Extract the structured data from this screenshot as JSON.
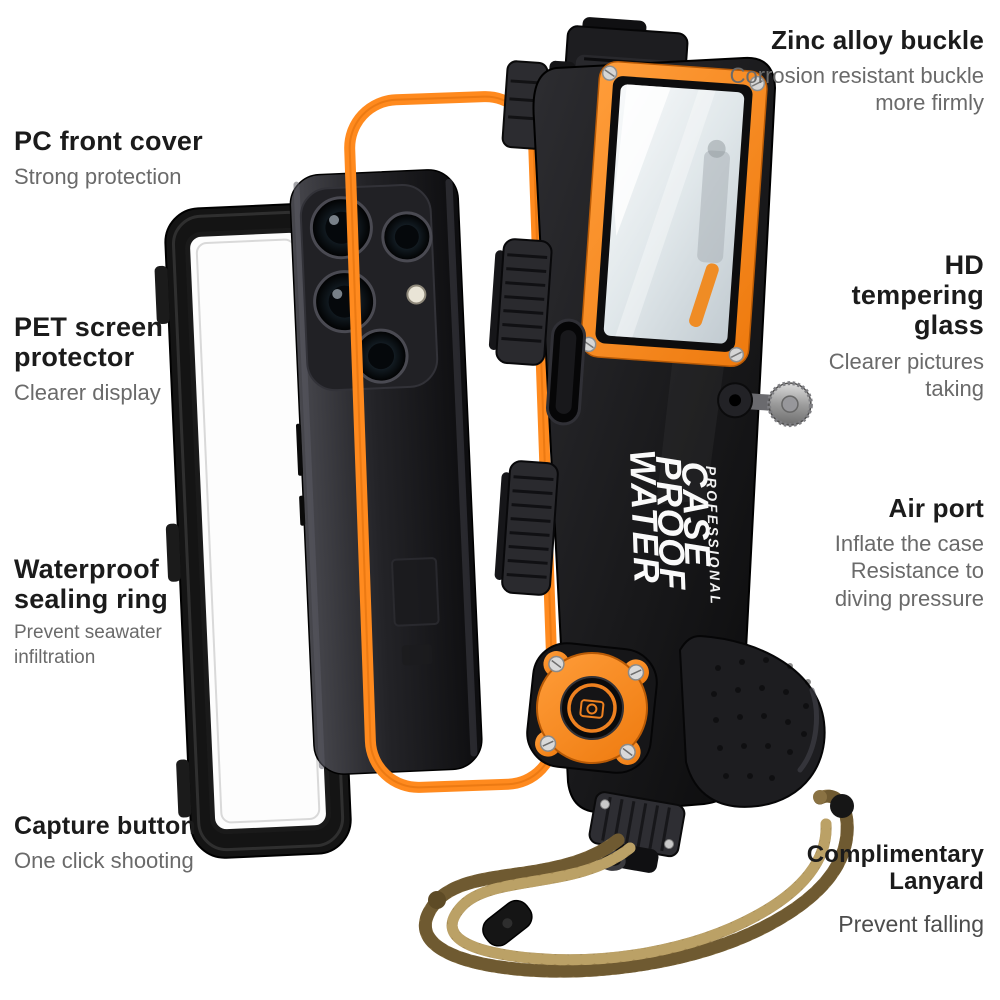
{
  "page": {
    "background": "#ffffff"
  },
  "product": {
    "kind": "professional-waterproof-diving-phone-case",
    "accent_color": "#f5821f",
    "lanyard_color": "#8a7243",
    "case_color": "#18181a",
    "case_print": {
      "word1": "WATER",
      "word2": "PROOF",
      "word3": "CASE",
      "sub": "PROFESSIONAL"
    }
  },
  "callouts": {
    "zinc_buckle": {
      "title": "Zinc alloy buckle",
      "description": "Corrosion resistant buckle more firmly"
    },
    "pc_front_cover": {
      "title": "PC front cover",
      "description": "Strong protection"
    },
    "pet_screen_protector": {
      "title": "PET screen protector",
      "description": "Clearer display"
    },
    "hd_tempering_glass": {
      "title": "HD tempering glass",
      "description": "Clearer pictures taking"
    },
    "air_port": {
      "title": "Air port",
      "description": "Inflate the case Resistance to diving pressure"
    },
    "waterproof_sealing_ring": {
      "title": "Waterproof sealing ring",
      "description": "Prevent seawater infiltration"
    },
    "capture_button": {
      "title": "Capture button",
      "description": "One click shooting"
    },
    "complimentary_lanyard": {
      "title": "Complimentary Lanyard",
      "description": "Prevent falling"
    }
  }
}
